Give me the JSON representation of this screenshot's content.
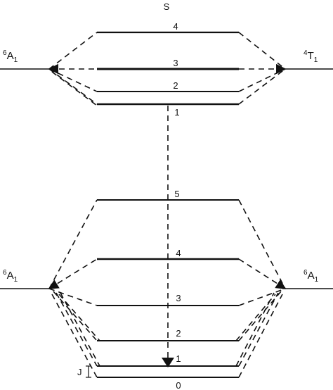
{
  "spin_label": "S",
  "upper_group": {
    "left_term": {
      "sup": "6",
      "base": "A",
      "sub": "1"
    },
    "right_term": {
      "sup": "4",
      "base": "T",
      "sub": "1"
    },
    "levels": [
      "4",
      "3",
      "2",
      "1"
    ]
  },
  "lower_group": {
    "left_term": {
      "sup": "6",
      "base": "A",
      "sub": "1"
    },
    "right_term": {
      "sup": "6",
      "base": "A",
      "sub": "1"
    },
    "levels": [
      "5",
      "4",
      "3",
      "2",
      "1",
      "0"
    ]
  },
  "exchange_label": "J",
  "colors": {
    "line": "#111111",
    "background": "#ffffff"
  }
}
